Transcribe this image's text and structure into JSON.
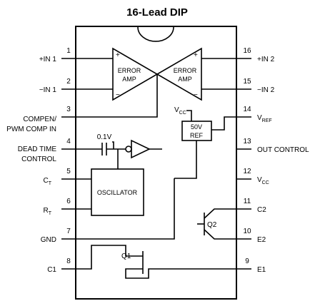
{
  "title": "16-Lead DIP",
  "pins": {
    "p1": {
      "num": "1",
      "label": "+IN 1"
    },
    "p2": {
      "num": "2",
      "label": "−IN 1"
    },
    "p3": {
      "num": "3",
      "label_line1": "COMPEN/",
      "label_line2": "PWM COMP IN"
    },
    "p4": {
      "num": "4",
      "label_line1": "DEAD TIME",
      "label_line2": "CONTROL"
    },
    "p5": {
      "num": "5",
      "label": "C",
      "label_sub": "T"
    },
    "p6": {
      "num": "6",
      "label": "R",
      "label_sub": "T"
    },
    "p7": {
      "num": "7",
      "label": "GND"
    },
    "p8": {
      "num": "8",
      "label": "C1"
    },
    "p9": {
      "num": "9",
      "label": "E1"
    },
    "p10": {
      "num": "10",
      "label": "E2"
    },
    "p11": {
      "num": "11",
      "label": "C2"
    },
    "p12": {
      "num": "12",
      "label": "V",
      "label_sub": "CC"
    },
    "p13": {
      "num": "13",
      "label": "OUT CONTROL"
    },
    "p14": {
      "num": "14",
      "label": "V",
      "label_sub": "REF"
    },
    "p15": {
      "num": "15",
      "label": "−IN 2"
    },
    "p16": {
      "num": "16",
      "label": "+IN 2"
    }
  },
  "amps": {
    "left": {
      "line1": "ERROR",
      "line2": "AMP",
      "plus": "+",
      "minus": "−"
    },
    "right": {
      "line1": "ERROR",
      "line2": "AMP",
      "plus": "+",
      "minus": "−"
    }
  },
  "reference": {
    "line1": "50V",
    "line2": "REF",
    "vcc": "V",
    "vcc_sub": "CC"
  },
  "capacitor_label": "0.1V",
  "oscillator_label": "OSCILLATOR",
  "transistors": {
    "q1": "Q1",
    "q2": "Q2"
  }
}
